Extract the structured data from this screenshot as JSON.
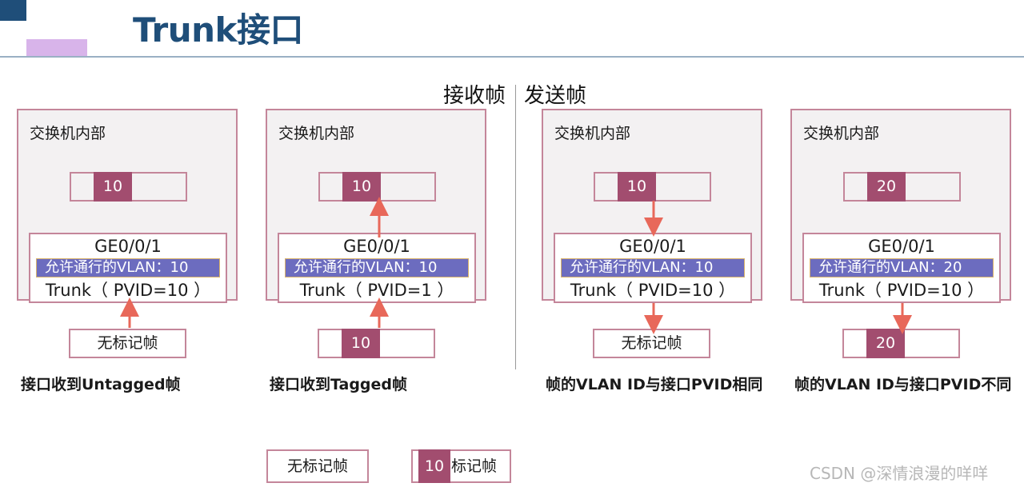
{
  "title": "Trunk接口",
  "section_labels": {
    "receive": "接收帧",
    "send": "发送帧"
  },
  "panels": [
    {
      "title": "交换机内部",
      "inner_tag": "10",
      "iface_name": "GE0/0/1",
      "allowed": "允许通行的VLAN：10",
      "mode": "Trunk（ PVID=10 ）",
      "ext_kind": "untagged",
      "ext_label": "无标记帧",
      "ext_tag": "",
      "caption": "接口收到Untagged帧",
      "arrow": "up"
    },
    {
      "title": "交换机内部",
      "inner_tag": "10",
      "iface_name": "GE0/0/1",
      "allowed": "允许通行的VLAN：10",
      "mode": "Trunk（ PVID=1 ）",
      "ext_kind": "tagged",
      "ext_label": "",
      "ext_tag": "10",
      "caption": "接口收到Tagged帧",
      "arrow": "up"
    },
    {
      "title": "交换机内部",
      "inner_tag": "10",
      "iface_name": "GE0/0/1",
      "allowed": "允许通行的VLAN：10",
      "mode": "Trunk（ PVID=10 ）",
      "ext_kind": "untagged",
      "ext_label": "无标记帧",
      "ext_tag": "",
      "caption": "帧的VLAN ID与接口PVID相同",
      "arrow": "down"
    },
    {
      "title": "交换机内部",
      "inner_tag": "20",
      "iface_name": "GE0/0/1",
      "allowed": "允许通行的VLAN：20",
      "mode": "Trunk（ PVID=10 ）",
      "ext_kind": "tagged",
      "ext_label": "",
      "ext_tag": "20",
      "caption": "帧的VLAN ID与接口PVID不同",
      "arrow": "down"
    }
  ],
  "legend": {
    "untagged_label": "无标记帧",
    "tagged_tag": "10",
    "tagged_label": "标记帧"
  },
  "watermark": "CSDN @深情浪漫的咩咩",
  "colors": {
    "title": "#1f4e79",
    "tag": "#a24d6f",
    "border": "#c4869a",
    "allow_bg": "#6c6cbf",
    "arrow": "#e8685a"
  }
}
